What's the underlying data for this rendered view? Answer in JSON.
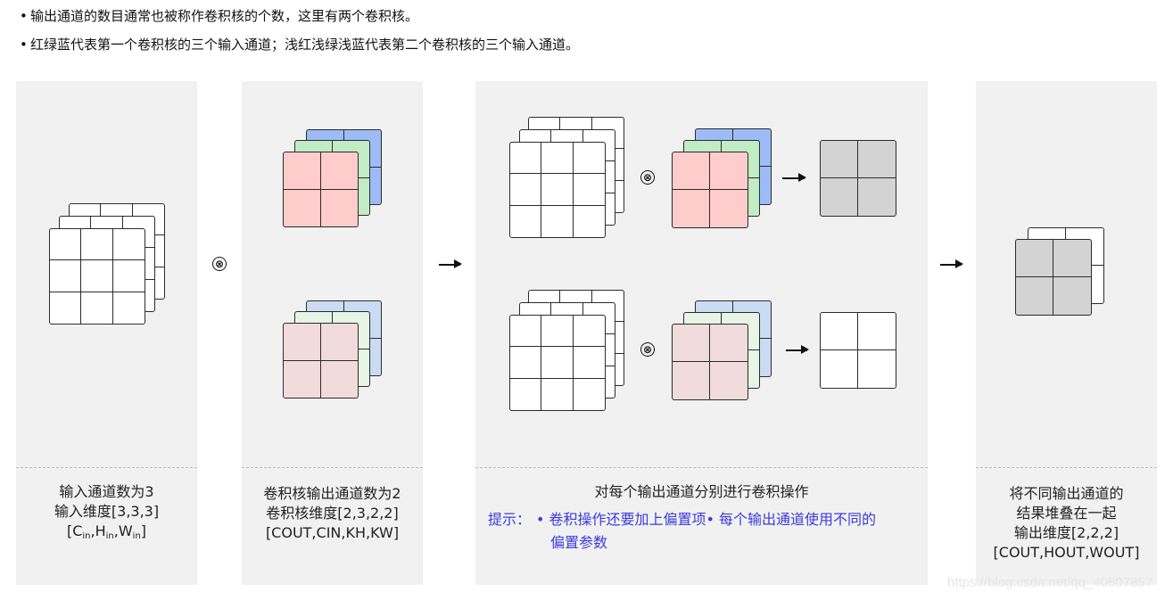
{
  "notes": [
    "输出通道的数目通常也被称作卷积核的个数，这里有两个卷积核。",
    "红绿蓝代表第一个卷积核的三个输入通道；浅红浅绿浅蓝代表第二个卷积核的三个输入通道。"
  ],
  "bullet_char": "•",
  "panels": [
    {
      "id": "input",
      "caption_lines": [
        "输入通道数为3",
        "输入维度[3,3,3]"
      ],
      "shape_label": {
        "open": "[",
        "parts": [
          {
            "base": "C",
            "sub": "in"
          },
          {
            "base": "H",
            "sub": "in"
          },
          {
            "base": "W",
            "sub": "in"
          }
        ],
        "close": "]"
      },
      "grid": {
        "size": "3x3",
        "layers": 3,
        "fill": "#ffffff"
      }
    },
    {
      "id": "kernels",
      "caption_lines": [
        "卷积核输出通道数为2",
        "卷积核维度[2,3,2,2]",
        "[COUT,CIN,KH,KW]"
      ],
      "kernel_1_colors": {
        "red": "#ffcccc",
        "green": "#c2ecc4",
        "blue": "#9dbcf7"
      },
      "kernel_2_colors": {
        "red": "#f2dbdc",
        "green": "#e6f5e6",
        "blue": "#cadcf3"
      }
    },
    {
      "id": "per-channel-conv",
      "caption_lines": [
        "对每个输出通道分别进行卷积操作"
      ],
      "hint_label": "提示：",
      "hint_items": [
        "• 卷积操作还要加上偏置项",
        "• 每个输出通道使用不同的偏置参数"
      ],
      "hint_line1": "• 卷积操作还要加上偏置项• 每个输出通道使用不同的",
      "hint_line2": "偏置参数",
      "hint_color": "#3a3ae0",
      "output_colors": [
        "#d3d3d3",
        "#ffffff"
      ]
    },
    {
      "id": "stacked-output",
      "caption_lines": [
        "将不同输出通道的",
        "结果堆叠在一起",
        "输出维度[2,2,2]",
        "[COUT,HOUT,WOUT]"
      ]
    }
  ],
  "operators": {
    "convolve": "⊗",
    "arrow": "→"
  },
  "colors": {
    "panel_bg": "#f1f1f1",
    "separator": "#bdbdbd",
    "grid_line": "#2b2b2b"
  },
  "watermark": "https://blog.csdn.net/qq_40507857"
}
